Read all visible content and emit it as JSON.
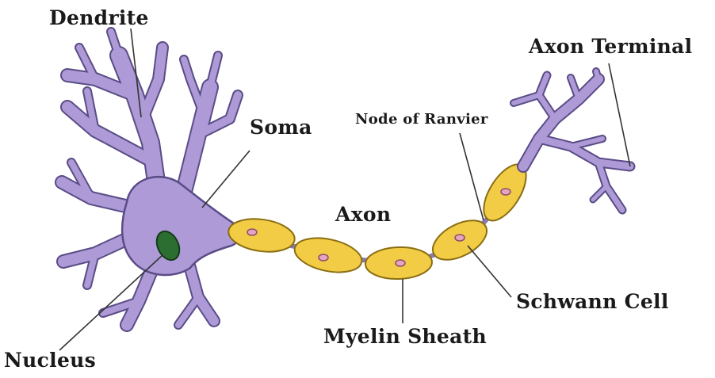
{
  "diagram": {
    "labels": {
      "dendrite": "Dendrite",
      "soma": "Soma",
      "axon": "Axon",
      "node_of_ranvier": "Node of Ranvier",
      "axon_terminal": "Axon Terminal",
      "schwann_cell": "Schwann Cell",
      "myelin_sheath": "Myelin Sheath",
      "nucleus": "Nucleus"
    },
    "colors": {
      "cell_body": "#ad9ad6",
      "cell_outline": "#5a4c86",
      "myelin": "#f2cc45",
      "myelin_outline": "#8a6e12",
      "schwann_nucleus": "#e8a3c0",
      "nucleus": "#2c6e32",
      "leader_line": "#333333",
      "text": "#1a1a1a"
    }
  }
}
